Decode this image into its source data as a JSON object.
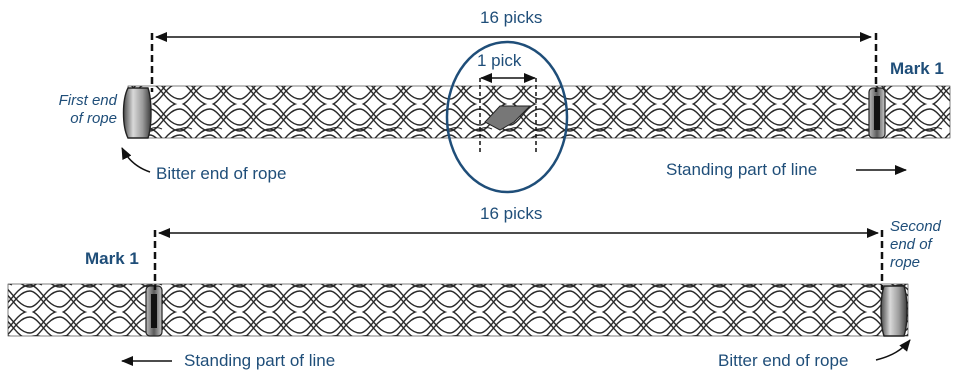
{
  "colors": {
    "text": "#1f4e79",
    "rope_stroke": "#2a2a2a",
    "highlight": "#1f4e79",
    "pick_fill": "#777777"
  },
  "top_panel": {
    "span_label": "16 picks",
    "inset_label": "1 pick",
    "mark_label": "Mark 1",
    "left_end_label": [
      "First end",
      "of rope"
    ],
    "bitter_end_label": "Bitter end of rope",
    "standing_part_label": "Standing part of line"
  },
  "bottom_panel": {
    "span_label": "16 picks",
    "mark_label": "Mark 1",
    "right_end_label": [
      "Second",
      "end of",
      "rope"
    ],
    "standing_part_label": "Standing part of line",
    "bitter_end_label": "Bitter end of rope"
  },
  "icons": [
    "rope-braid",
    "rope-end-cap",
    "mark-band",
    "curved-arrow",
    "dimension-arrow"
  ]
}
